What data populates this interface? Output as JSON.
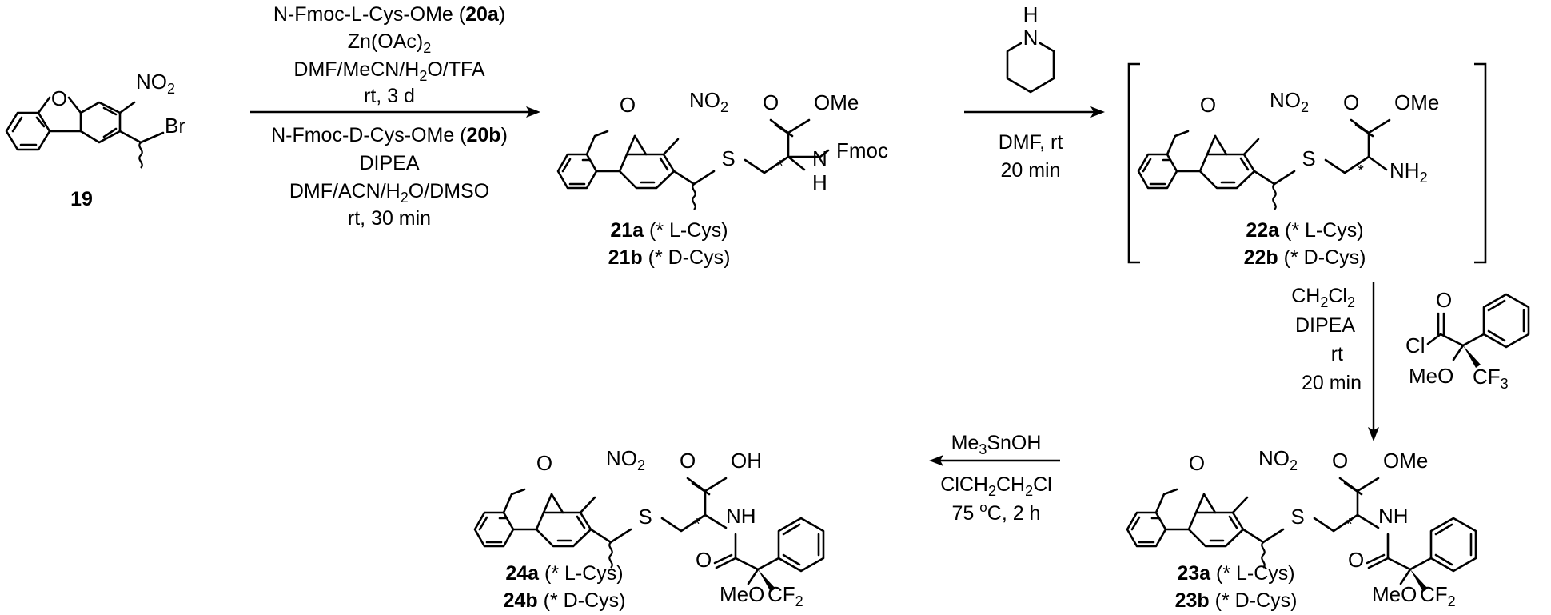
{
  "step1": {
    "conditions_a": [
      "N-Fmoc-L-Cys-OMe (",
      "20a",
      ")",
      "Zn(OAc)",
      "2",
      "DMF/MeCN/H",
      "2",
      "O/TFA",
      "rt, 3 d"
    ],
    "conditions_b": [
      "N-Fmoc-D-Cys-OMe (",
      "20b",
      ")",
      "DIPEA",
      "DMF/ACN/H",
      "2",
      "O/DMSO",
      "rt, 30 min"
    ]
  },
  "step2": {
    "reagent_atom": "N",
    "reagent_h": "H",
    "conditions": [
      "DMF, rt",
      "20 min"
    ]
  },
  "step3": {
    "conditions": [
      "CH",
      "2",
      "Cl",
      "2",
      "DIPEA",
      "rt",
      "20 min"
    ],
    "reagent_atoms": [
      "O",
      "Cl",
      "MeO",
      "CF",
      "3"
    ]
  },
  "step4": {
    "conditions": [
      "Me",
      "3",
      "SnOH",
      "ClCH",
      "2",
      "CH",
      "2",
      "Cl",
      "75 ",
      "o",
      "C, 2 h"
    ]
  },
  "atoms": {
    "O": "O",
    "NO2": "NO",
    "sub2": "2",
    "Br": "Br",
    "S": "S",
    "OMe": "OMe",
    "OH": "OH",
    "N": "N",
    "H": "H",
    "NH": "NH",
    "NH2": "NH",
    "Fmoc": "Fmoc",
    "MeO": "MeO",
    "CF3": "CF",
    "star": "*"
  },
  "compounds": {
    "c19": "19",
    "c21a": "21a",
    "c21b": "21b",
    "c22a": "22a",
    "c22b": "22b",
    "c23a": "23a",
    "c23b": "23b",
    "c24a": "24a",
    "c24b": "24b",
    "tag_L": " (* L-Cys)",
    "tag_D": " (* D-Cys)"
  }
}
